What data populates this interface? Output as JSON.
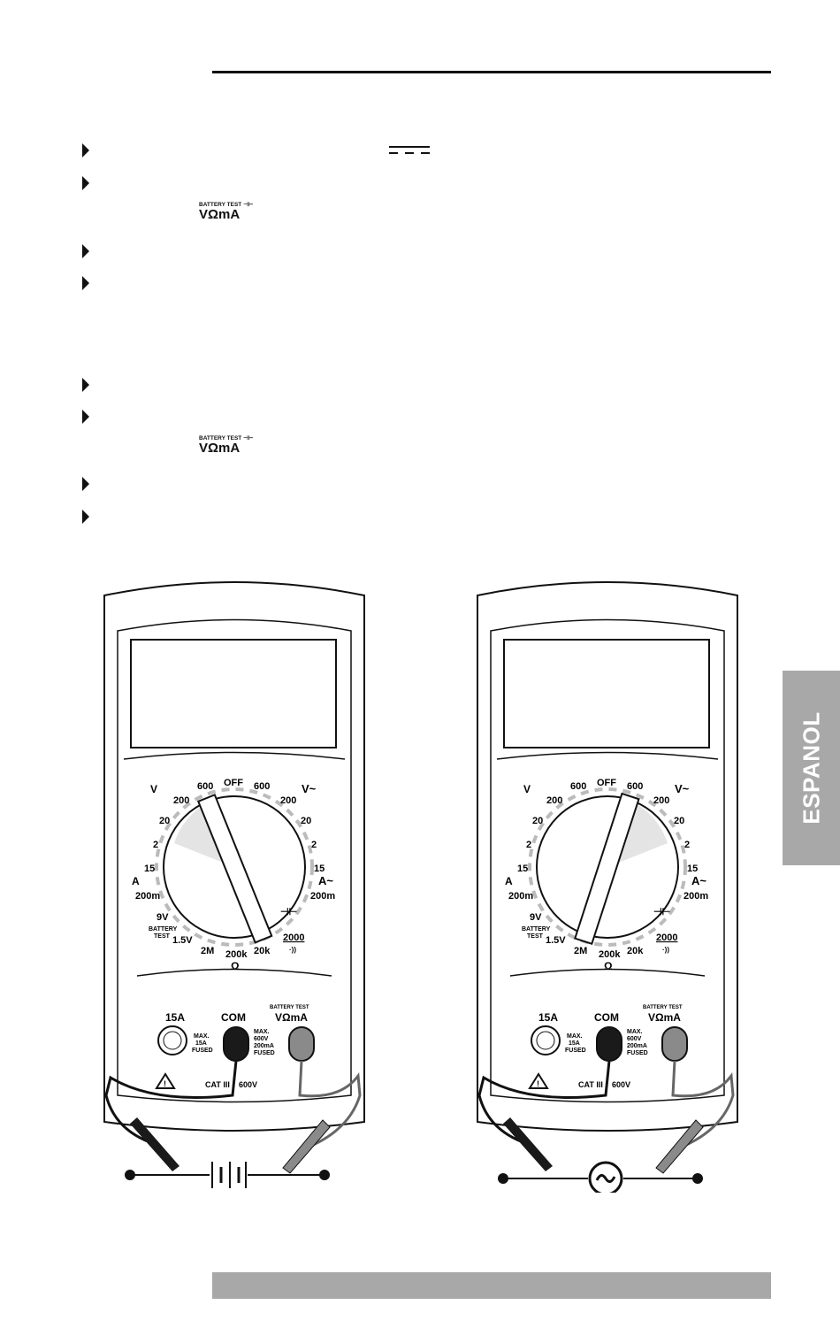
{
  "instructions": {
    "section1_bullets": 4,
    "section2_bullets": 4
  },
  "terminal_label": {
    "battery_test": "BATTERY TEST",
    "volt_ohm_ma": "VΩmA"
  },
  "meter": {
    "dial_labels": {
      "off": "OFF",
      "v_dc": "V",
      "v_ac": "V~",
      "a_dc": "A",
      "a_ac": "A~",
      "v600_left": "600",
      "v200_left": "200",
      "v20_left": "20",
      "v2_left": "2",
      "v600_right": "600",
      "v200_right": "200",
      "v20_right": "20",
      "v2_right": "2",
      "a15_left": "15",
      "a200m_left": "200m",
      "a15_right": "15",
      "a200m_right": "200m",
      "batt9v": "9V",
      "battery": "BATTERY",
      "test": "TEST",
      "batt15v": "1.5V",
      "r2m": "2M",
      "r200k": "200k",
      "ohm": "Ω",
      "r20k": "20k",
      "r2000": "2000"
    },
    "jacks": {
      "a15": "15A",
      "com": "COM",
      "battery_test": "BATTERY TEST",
      "vohm_ma": "VΩmA",
      "max": "MAX.",
      "a15_small": "15A",
      "fused": "FUSED",
      "max600": "600V",
      "ma200": "200mA",
      "fused2": "FUSED",
      "cat": "CAT III",
      "v600": "600V"
    }
  },
  "side_tab": "ESPANOL",
  "colors": {
    "text": "#111111",
    "tab_gray": "#a8a8a8",
    "probe_red": "#8a8a8a",
    "probe_black": "#1a1a1a"
  }
}
